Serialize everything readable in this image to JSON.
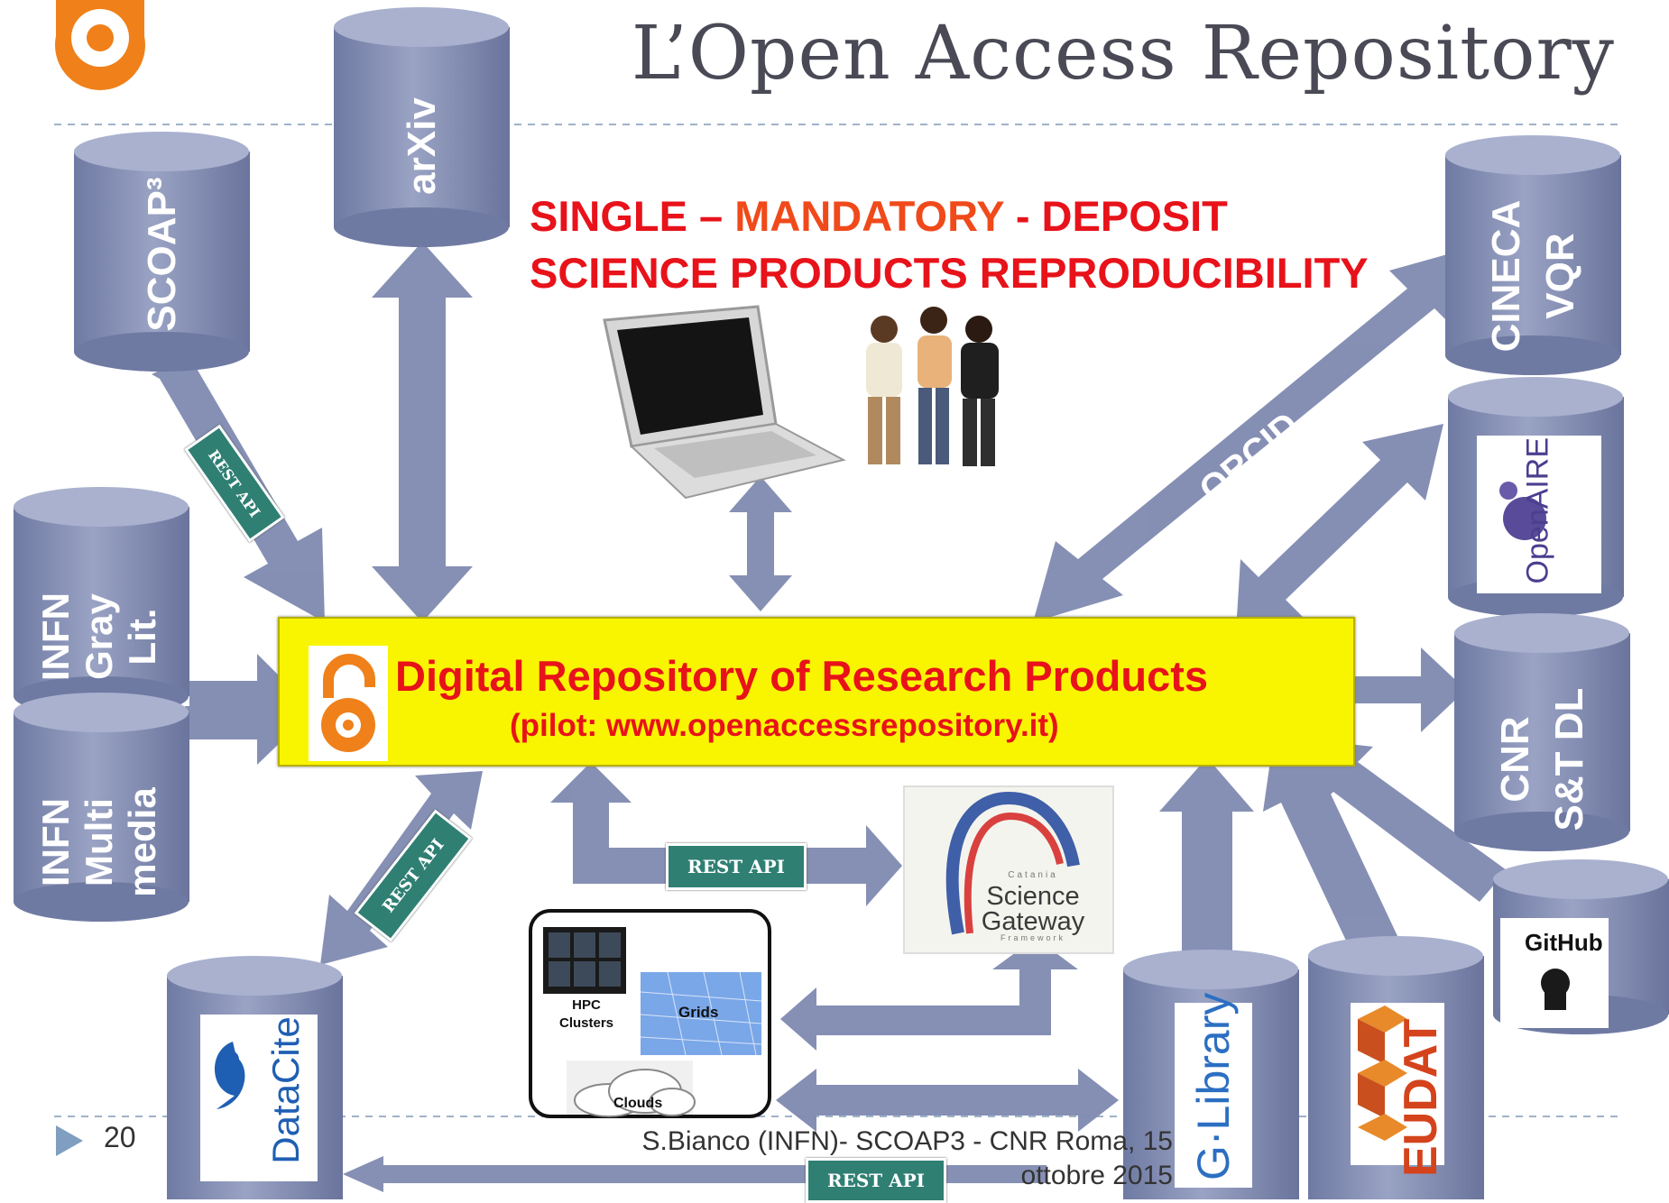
{
  "title": "L’Open Access Repository",
  "headline": {
    "line1_a": "SINGLE – ",
    "line1_b": "MANDATORY",
    "line1_c": " - DEPOSIT",
    "line2": "SCIENCE PRODUCTS REPRODUCIBILITY"
  },
  "repository": {
    "title": "Digital Repository of Research Products",
    "subtitle": "(pilot: www.openaccessrepository.it)"
  },
  "sources": {
    "arxiv": "arXiv",
    "scoap3": "SCOAP³",
    "infn_gray": [
      "INFN",
      "Gray",
      "Lit."
    ],
    "infn_multimedia": [
      "INFN",
      "Multi",
      "media"
    ],
    "cineca": [
      "CINECA",
      "VQR"
    ],
    "cnr": [
      "CNR",
      "S&T DL"
    ]
  },
  "logos": {
    "openaire": "OpenAIRE",
    "github": "GitHub",
    "eudat": "EUDAT",
    "library": "G·Library",
    "datacite": "DataCite",
    "gateway": [
      "Catania",
      "Science",
      "Gateway",
      "Framework"
    ]
  },
  "compute": {
    "hpc": [
      "HPC",
      "Clusters"
    ],
    "grids": "Grids",
    "clouds": "Clouds"
  },
  "links": {
    "orcid": "ORCID",
    "rest_api": "REST API"
  },
  "footer": {
    "page": "20",
    "credit_line1": "S.Bianco (INFN)- SCOAP3 - CNR Roma, 15",
    "credit_line2": "ottobre 2015"
  }
}
